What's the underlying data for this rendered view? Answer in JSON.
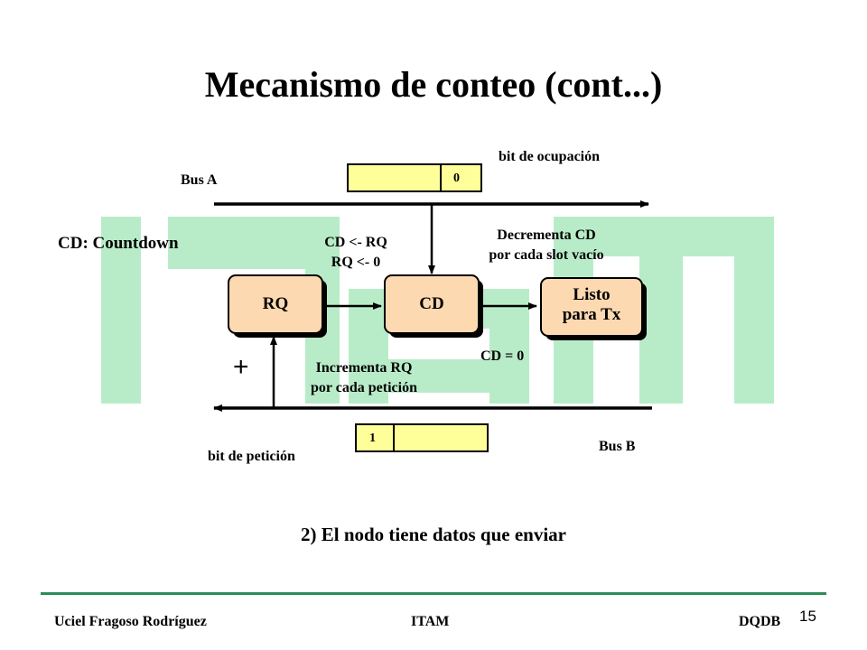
{
  "title": "Mecanismo de conteo (cont...)",
  "labels": {
    "bus_a": "Bus A",
    "bus_b": "Bus B",
    "bit_ocupacion": "bit de ocupación",
    "bit_peticion": "bit de petición",
    "cd_countdown": "CD: Countdown",
    "cd_rq_line1": "CD <- RQ",
    "cd_rq_line2": "RQ <- 0",
    "decrementa_line1": "Decrementa CD",
    "decrementa_line2": "por cada slot vacío",
    "incrementa_line1": "Incrementa RQ",
    "incrementa_line2": "por cada petición",
    "cd_eq_zero": "CD = 0",
    "plus": "+"
  },
  "nodes": {
    "rq": "RQ",
    "cd": "CD",
    "listo_line1": "Listo",
    "listo_line2": "para Tx"
  },
  "slots": {
    "top_bit": "0",
    "bottom_bit": "1"
  },
  "subtitle": "2) El nodo tiene datos que enviar",
  "footer": {
    "author": "Uciel Fragoso Rodríguez",
    "center": "ITAM",
    "right": "DQDB",
    "page": "15"
  },
  "colors": {
    "watermark": "#b8ecc8",
    "node_fill": "#fcd9b0",
    "slot_fill": "#ffff99",
    "footer_line": "#2e8b57"
  }
}
